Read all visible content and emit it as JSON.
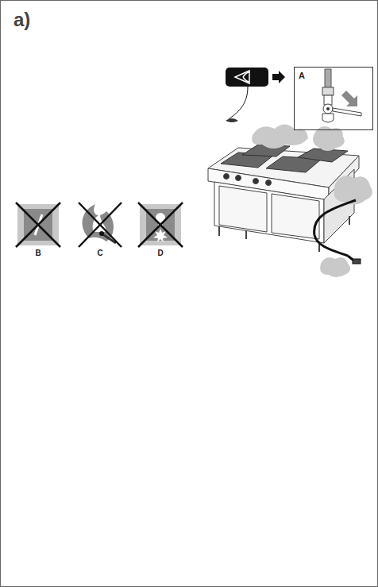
{
  "diagram": {
    "title": "a)",
    "nodes": [
      {
        "text": [
          "A"
        ]
      }
    ],
    "labels": [
      "B",
      "C",
      "D"
    ]
  }
}
